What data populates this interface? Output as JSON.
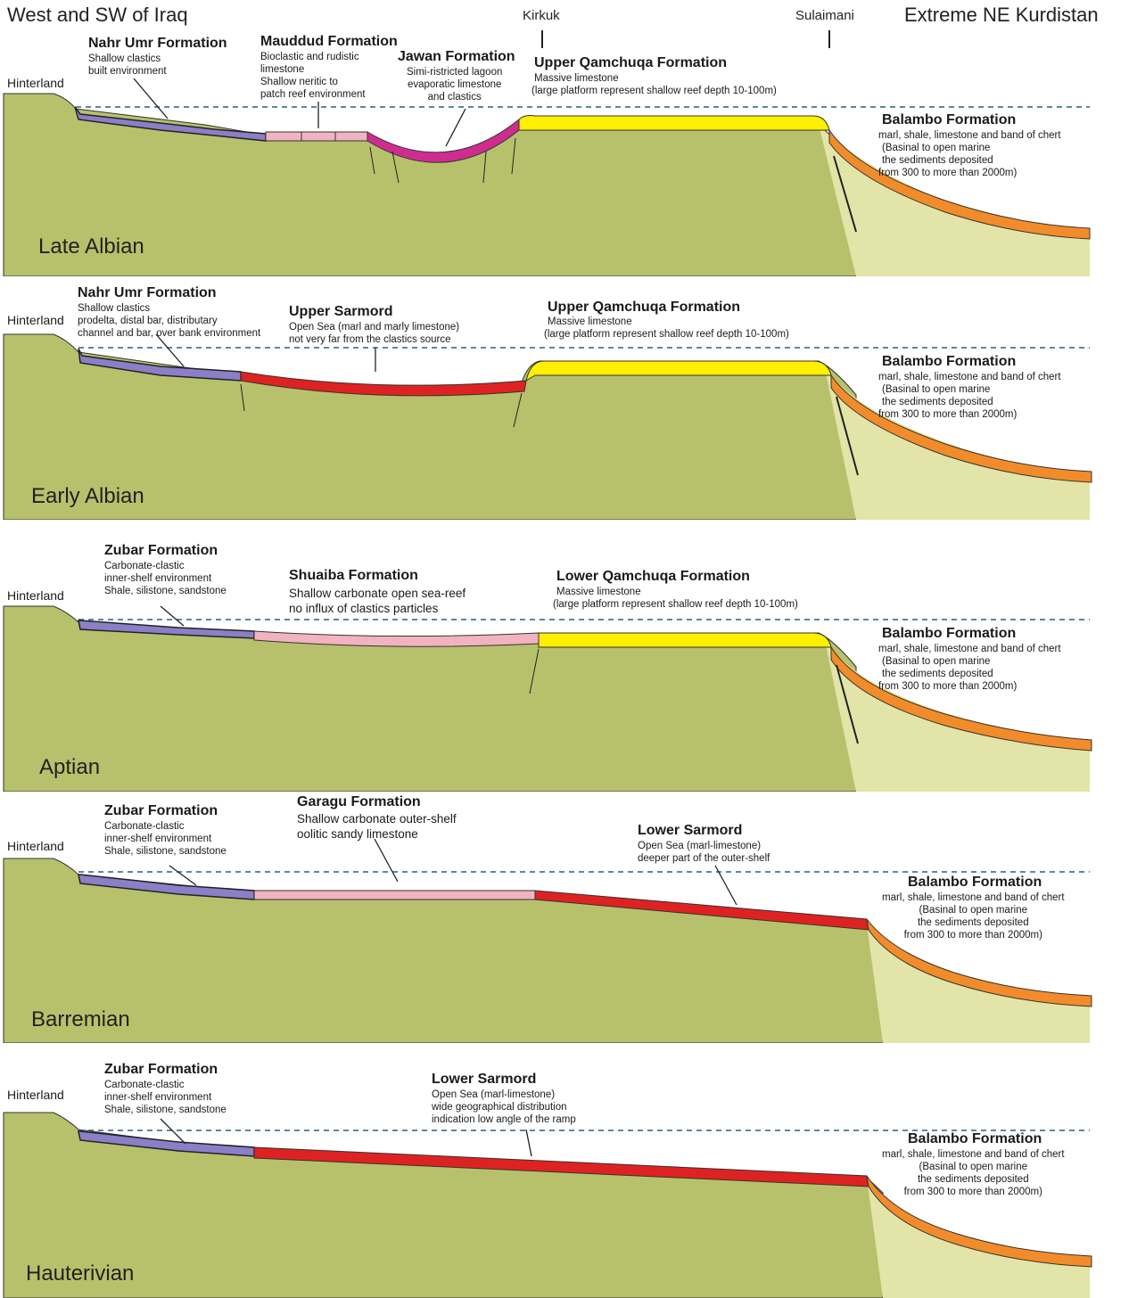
{
  "header": {
    "left_title": "West and SW of Iraq",
    "kirkuk": "Kirkuk",
    "sulaimani": "Sulaimani",
    "right_title": "Extreme NE Kurdistan"
  },
  "colors": {
    "hinterland": "#b7c16c",
    "basin_fill": "#e3e4a8",
    "clastics": "#8b7fc7",
    "pink_carbonate": "#f2b3c1",
    "jawan": "#cf2c8f",
    "red_marl": "#de2222",
    "platform": "#ffef00",
    "basinal": "#f28c2a",
    "sea_level": "#2a5f84"
  },
  "panels": [
    {
      "stage": "Late Albian",
      "hinterland": "Hinterland",
      "formations": [
        {
          "name": "Nahr Umr Formation",
          "desc": [
            "Shallow clastics",
            "built environment"
          ]
        },
        {
          "name": "Mauddud Formation",
          "desc": [
            "Bioclastic and rudistic",
            "limestone",
            "Shallow neritic to",
            "patch reef environment"
          ]
        },
        {
          "name": "Jawan Formation",
          "desc": [
            "Simi-ristricted lagoon",
            "evaporatic limestone",
            "and  clastics"
          ]
        },
        {
          "name": "Upper Qamchuqa Formation",
          "desc": [
            "Massive limestone",
            "(large platform represent shallow reef depth 10-100m)"
          ]
        },
        {
          "name": "Balambo Formation",
          "desc": [
            "marl, shale, limestone and band of chert",
            "(Basinal to open marine",
            "the sediments deposited",
            "from 300 to more than 2000m)"
          ]
        }
      ]
    },
    {
      "stage": "Early Albian",
      "hinterland": "Hinterland",
      "formations": [
        {
          "name": "Nahr Umr Formation",
          "desc": [
            "Shallow clastics",
            "prodelta, distal bar, distributary",
            "channel and bar, over bank environment"
          ]
        },
        {
          "name": "Upper Sarmord",
          "desc": [
            "Open Sea (marl and marly limestone)",
            "not very far from the clastics source"
          ]
        },
        {
          "name": "Upper Qamchuqa Formation",
          "desc": [
            "Massive limestone",
            "(large platform represent shallow reef depth 10-100m)"
          ]
        },
        {
          "name": "Balambo Formation",
          "desc": [
            "marl, shale, limestone and band of chert",
            "(Basinal to open marine",
            "the sediments deposited",
            "from 300 to more than 2000m)"
          ]
        }
      ]
    },
    {
      "stage": "Aptian",
      "hinterland": "Hinterland",
      "formations": [
        {
          "name": "Zubar Formation",
          "desc": [
            "Carbonate-clastic",
            "inner-shelf environment",
            "Shale, silistone, sandstone"
          ]
        },
        {
          "name": "Shuaiba Formation",
          "desc": [
            "Shallow carbonate open sea-reef",
            "no influx of clastics particles"
          ]
        },
        {
          "name": "Lower Qamchuqa Formation",
          "desc": [
            "Massive limestone",
            "(large platform represent shallow reef depth 10-100m)"
          ]
        },
        {
          "name": "Balambo Formation",
          "desc": [
            "marl, shale, limestone and band of chert",
            "(Basinal to open marine",
            "the sediments deposited",
            "from 300 to more than 2000m)"
          ]
        }
      ]
    },
    {
      "stage": "Barremian",
      "hinterland": "Hinterland",
      "formations": [
        {
          "name": "Zubar Formation",
          "desc": [
            "Carbonate-clastic",
            "inner-shelf environment",
            "Shale, silistone, sandstone"
          ]
        },
        {
          "name": "Garagu Formation",
          "desc": [
            "Shallow carbonate outer-shelf",
            "oolitic sandy limestone"
          ]
        },
        {
          "name": "Lower Sarmord",
          "desc": [
            "Open Sea (marl-limestone)",
            "deeper part of the outer-shelf"
          ]
        },
        {
          "name": "Balambo Formation",
          "desc": [
            "marl, shale, limestone and band of chert",
            "(Basinal to open marine",
            "the sediments deposited",
            "from 300 to more than 2000m)"
          ]
        }
      ]
    },
    {
      "stage": "Hauterivian",
      "hinterland": "Hinterland",
      "formations": [
        {
          "name": "Zubar Formation",
          "desc": [
            "Carbonate-clastic",
            "inner-shelf environment",
            "Shale, silistone, sandstone"
          ]
        },
        {
          "name": "Lower Sarmord",
          "desc": [
            "Open Sea (marl-limestone)",
            "wide geographical distribution",
            "indication low angle of the ramp"
          ]
        },
        {
          "name": "Balambo Formation",
          "desc": [
            "marl, shale, limestone and band of chert",
            "(Basinal to open marine",
            "the sediments deposited",
            "from 300 to more than 2000m)"
          ]
        }
      ]
    }
  ]
}
